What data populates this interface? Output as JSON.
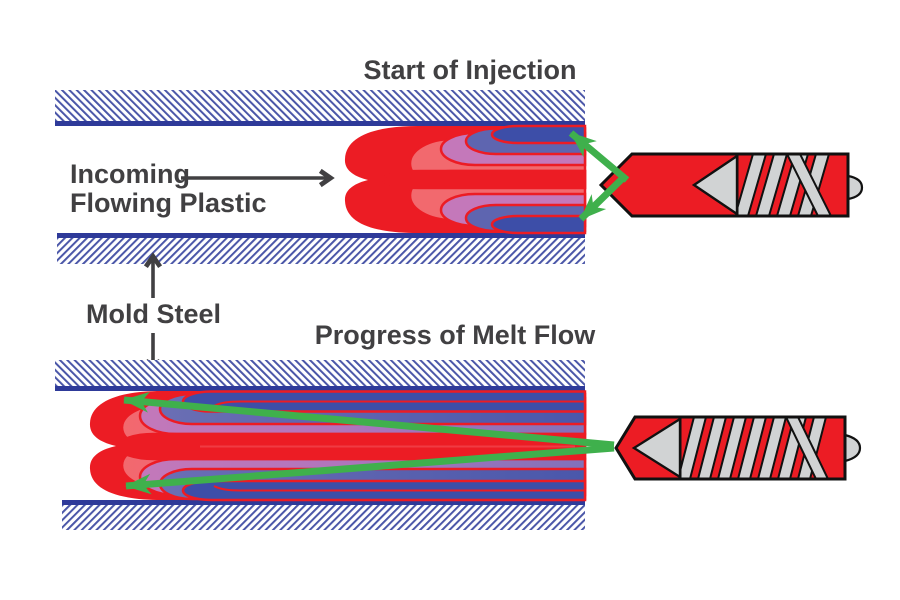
{
  "titles": {
    "start": "Start of Injection",
    "progress": "Progress of Melt Flow"
  },
  "labels": {
    "incoming_line1": "Incoming",
    "incoming_line2": "Flowing Plastic",
    "mold_steel": "Mold Steel"
  },
  "icons": {
    "injection_screw": "injection-screw-icon",
    "flow_arrow": "green-flow-arrow-icon",
    "incoming_arrow": "right-arrow-icon",
    "mold_span_arrow": "vertical-double-arrow-icon"
  },
  "palette": {
    "melt_red": "#EC1C24",
    "melt_salmon": "#F2696E",
    "melt_orchid": "#C478BA",
    "melt_slate": "#5E65B0",
    "frozen_blue": "#3D4EA8",
    "mold_hatch_blue": "#4A56A8",
    "mold_line_blue": "#2E3A99",
    "arrow_green": "#3FB04C",
    "text_gray": "#414042",
    "screw_gray": "#D1D3D4",
    "outline_black": "#111111"
  }
}
